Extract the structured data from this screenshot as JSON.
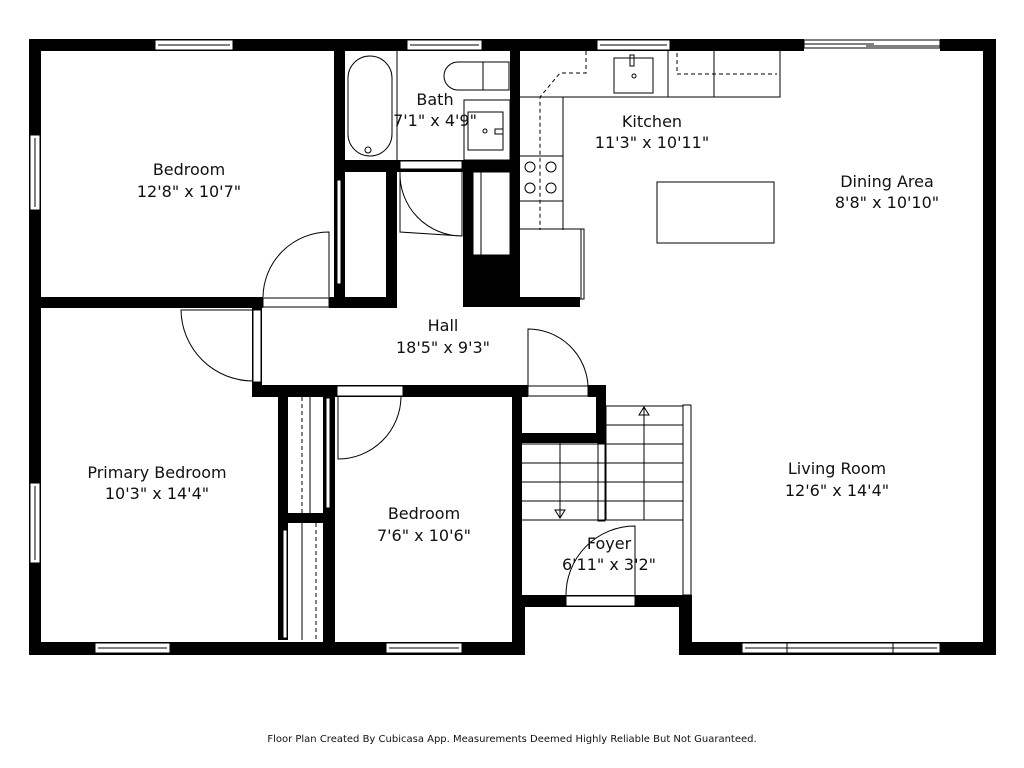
{
  "floor_plan": {
    "rooms": [
      {
        "id": "bedroom-1",
        "name": "Bedroom",
        "dims": "12'8\" x 10'7\""
      },
      {
        "id": "bath",
        "name": "Bath",
        "dims": "7'1\" x 4'9\""
      },
      {
        "id": "kitchen",
        "name": "Kitchen",
        "dims": "11'3\" x 10'11\""
      },
      {
        "id": "dining-area",
        "name": "Dining Area",
        "dims": "8'8\" x 10'10\""
      },
      {
        "id": "hall",
        "name": "Hall",
        "dims": "18'5\" x 9'3\""
      },
      {
        "id": "primary-bedroom",
        "name": "Primary Bedroom",
        "dims": "10'3\" x 14'4\""
      },
      {
        "id": "bedroom-2",
        "name": "Bedroom",
        "dims": "7'6\" x 10'6\""
      },
      {
        "id": "living-room",
        "name": "Living Room",
        "dims": "12'6\" x 14'4\""
      },
      {
        "id": "foyer",
        "name": "Foyer",
        "dims": "6'11\" x 3'2\""
      }
    ]
  },
  "footer": {
    "disclaimer": "Floor Plan Created By Cubicasa App. Measurements Deemed Highly Reliable But Not Guaranteed."
  }
}
